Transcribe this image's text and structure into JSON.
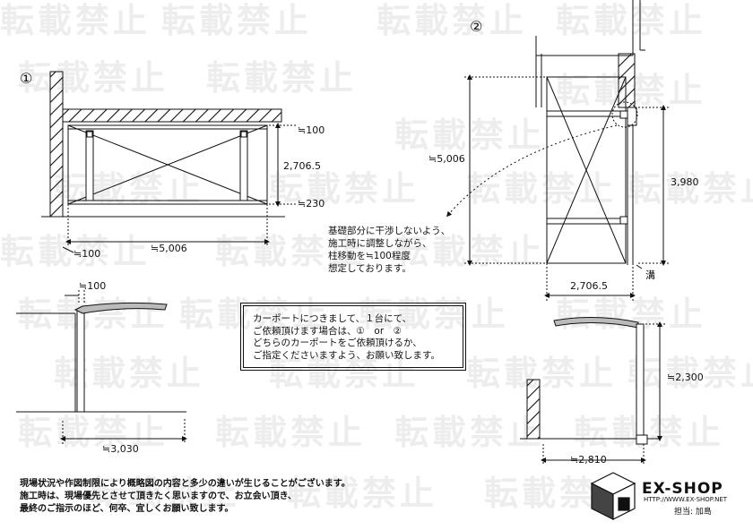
{
  "watermark": {
    "text": "転載禁止"
  },
  "view_1": {
    "label": "①",
    "dims": {
      "overhang_top": "≒100",
      "height": "2,706.5",
      "gap_bottom": "≒230",
      "left_offset": "≒100",
      "width": "≒5,006"
    }
  },
  "view_2": {
    "label": "②",
    "dims": {
      "length": "≒5,006",
      "height": "3,980",
      "width": "2,706.5",
      "gutter": "溝"
    },
    "adjust_note": [
      "基礎部分に干渉しないよう、",
      "施工時に調整しながら、",
      "柱移動を≒100程度",
      "想定しております。"
    ]
  },
  "elevation_1": {
    "dims": {
      "overhang": "≒100",
      "width": "≒3,030"
    }
  },
  "elevation_2": {
    "dims": {
      "height": "≒2,300",
      "width": "≒2,810"
    }
  },
  "note_box": [
    "カーポートにつきまして、１台にて、",
    "ご依頼頂けます場合は、①　or　②",
    "どちらのカーポートをご依頼頂けるか、",
    "ご指定くださいますよう、お願い致します。"
  ],
  "footer_note": [
    "現場状況や作図制限により概略図の内容と多少の違いが生じることがございます。",
    "施工時は、現場優先とさせて頂きたく思いますので、お立会い頂き、",
    "最終のご指示のほど、何卒、宜しくお願い致します。"
  ],
  "logo": {
    "name": "EX-SHOP",
    "url": "HTTP://WWW.EX-SHOP.NET",
    "staff": "担当: 加島"
  }
}
